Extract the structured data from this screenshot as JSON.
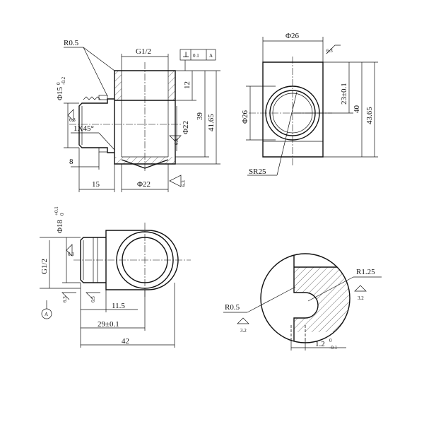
{
  "drawing": {
    "front_view": {
      "r05": "R0.5",
      "g12": "G1/2",
      "perp_sym": "⊥",
      "tol_val": "0.1",
      "datum_ref": "A",
      "phi15": "Φ15",
      "phi15_upper": "0",
      "phi15_lower": "-0.2",
      "chamfer": "1X45°",
      "d12": "12",
      "phi22_inner": "Φ22",
      "d39": "39",
      "d4165": "41.65",
      "d8": "8",
      "d15": "15",
      "phi22_bottom": "Φ22",
      "rough_a": "6.3",
      "rough_b": "6.3",
      "rough_c": "6.3"
    },
    "side_view": {
      "phi26_top": "Φ26",
      "phi26_left": "Φ26",
      "d23": "23±0.1",
      "d40": "40",
      "d4365": "43.65",
      "sr25": "SR25",
      "rough": "6.3"
    },
    "bottom_view": {
      "phi18": "Φ18",
      "phi18_tol": "+0.1",
      "phi18_lower": "0",
      "g12": "G1/2",
      "d115": "11.5",
      "d29": "29±0.1",
      "d42": "42",
      "datum": "A",
      "rough_a": "6.3",
      "rough_b": "6.3",
      "rough_c": "6.3"
    },
    "detail_view": {
      "r125": "R1.25",
      "r05": "R0.5",
      "rough_a": "3.2",
      "rough_b": "3.2",
      "d12": "1.2",
      "d12_upper": "0",
      "d12_lower": "-0.1"
    }
  }
}
